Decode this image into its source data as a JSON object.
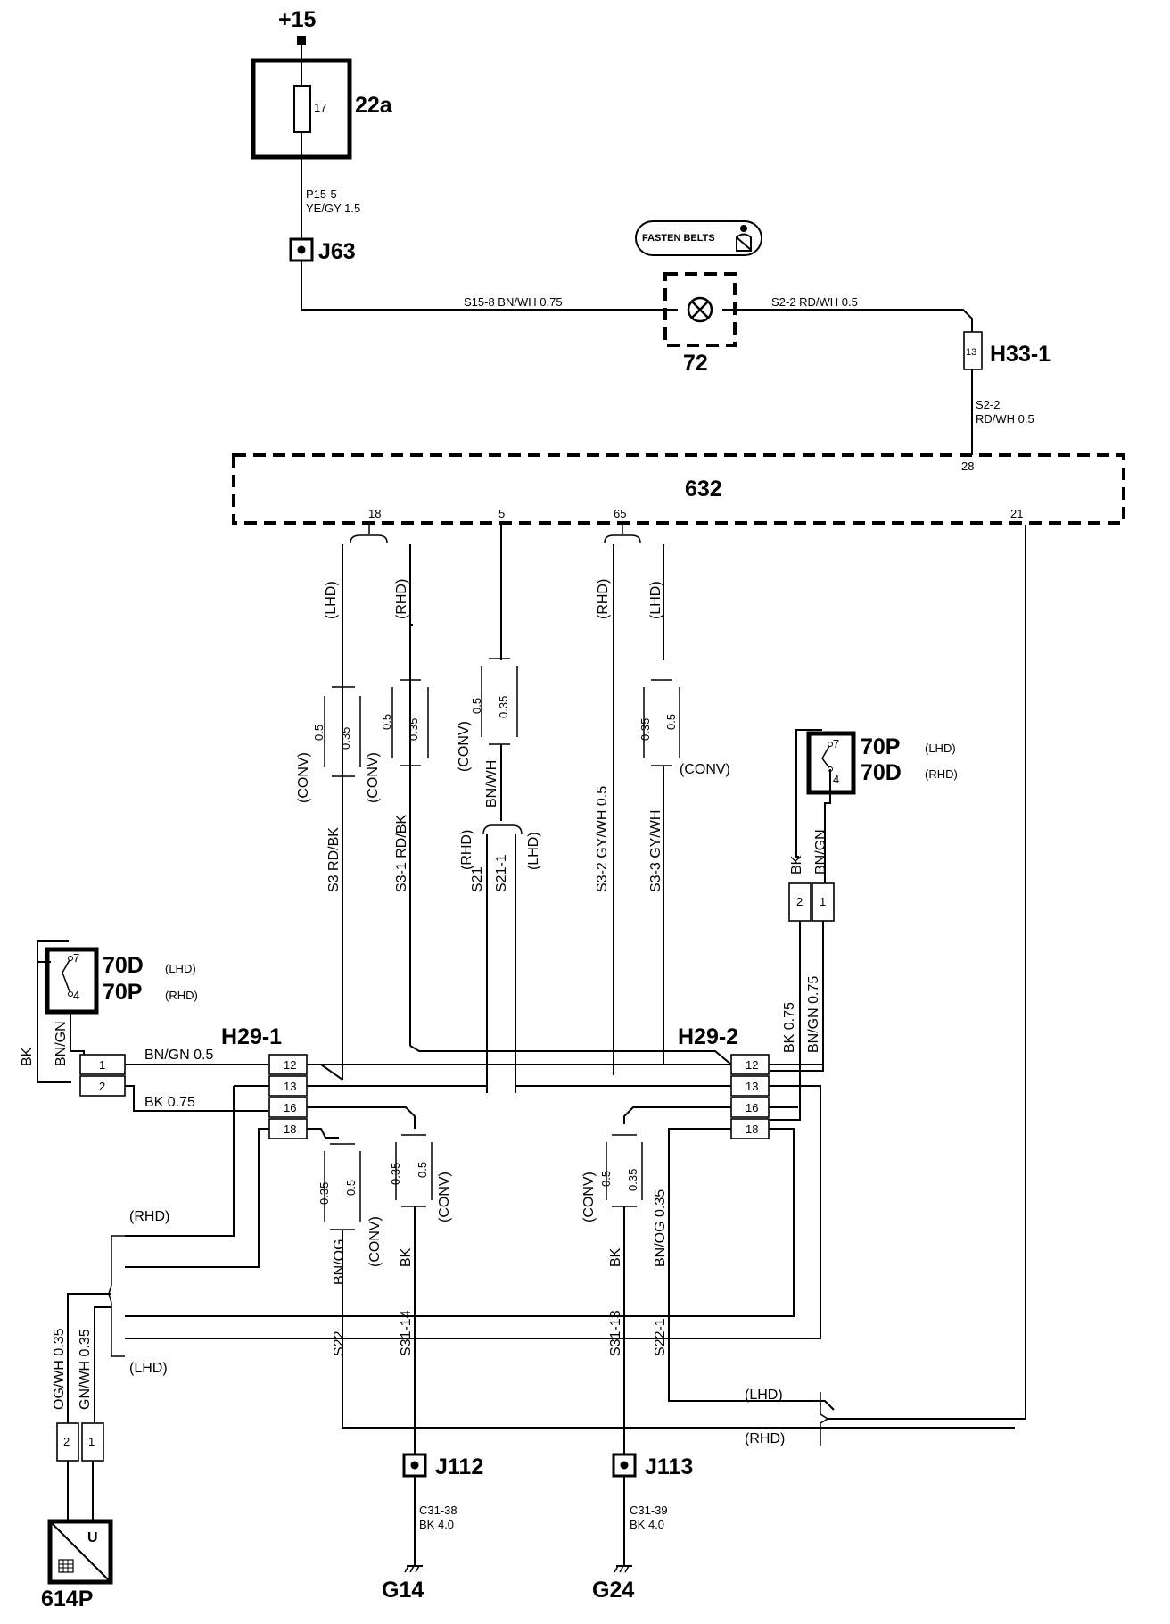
{
  "supply": {
    "label": "+15"
  },
  "fuse_box": {
    "id": "22a",
    "fuse": "17"
  },
  "wire_p15": {
    "id": "P15-5",
    "spec": "YE/GY  1.5"
  },
  "joint_j63": "J63",
  "lamp": {
    "id": "72",
    "symbol_text": "FASTEN BELTS"
  },
  "wire_s15": "S15-8   BN/WH 0.75",
  "wire_s2_top": "S2-2   RD/WH 0.5",
  "h33": {
    "id": "H33-1",
    "pin": "13"
  },
  "wire_s2_down": {
    "id": "S2-2",
    "spec": "RD/WH 0.5"
  },
  "module": {
    "id": "632",
    "pins": {
      "p18": "18",
      "p5": "5",
      "p65": "65",
      "p21": "21",
      "p28": "28"
    }
  },
  "variants": {
    "lhd": "(LHD)",
    "rhd": "(RHD)",
    "conv": "(CONV)"
  },
  "sizes": {
    "s035": "0.35",
    "s05": "0.5",
    "s075": "0.75"
  },
  "wires": {
    "s3": "S3   RD/BK",
    "s3_1": "S3-1   RD/BK",
    "bn_wh": "BN/WH",
    "s21": "S21",
    "s21_1": "S21-1",
    "s3_2": "S3-2   GY/WH 0.5",
    "s3_3": "S3-3   GY/WH",
    "bk": "BK",
    "bn_gn": "BN/GN",
    "bk_075": "BK 0.75",
    "bn_gn_05": "BN/GN 0.5",
    "bn_og": "BN/OG",
    "s22": "S22",
    "s31_14": "S31-14",
    "s31_13": "S31-13",
    "s22_1": "S22-1",
    "og_wh": "OG/WH 0.35",
    "gn_wh": "GN/WH 0.35",
    "bn_og_035": "BN/OG 0.35",
    "bn_gn_075": "BN/GN 0.75",
    "c31_38": "C31-38",
    "c31_39": "C31-39",
    "bk_40": "BK  4.0"
  },
  "switch_right": {
    "l1": "70P",
    "l1s": "(LHD)",
    "l2": "70D",
    "l2s": "(RHD)",
    "pin_a": "7",
    "pin_b": "4"
  },
  "switch_left": {
    "l1": "70D",
    "l1s": "(LHD)",
    "l2": "70P",
    "l2s": "(RHD)",
    "pin_a": "7",
    "pin_b": "4"
  },
  "conn_pins": {
    "one": "1",
    "two": "2"
  },
  "h29_1": {
    "id": "H29-1",
    "pins": [
      "12",
      "13",
      "16",
      "18"
    ]
  },
  "h29_2": {
    "id": "H29-2",
    "pins": [
      "12",
      "13",
      "16",
      "18"
    ]
  },
  "j112": "J112",
  "j113": "J113",
  "g14": "G14",
  "g24": "G24",
  "sensor": {
    "id": "614P",
    "symbol": "U"
  }
}
